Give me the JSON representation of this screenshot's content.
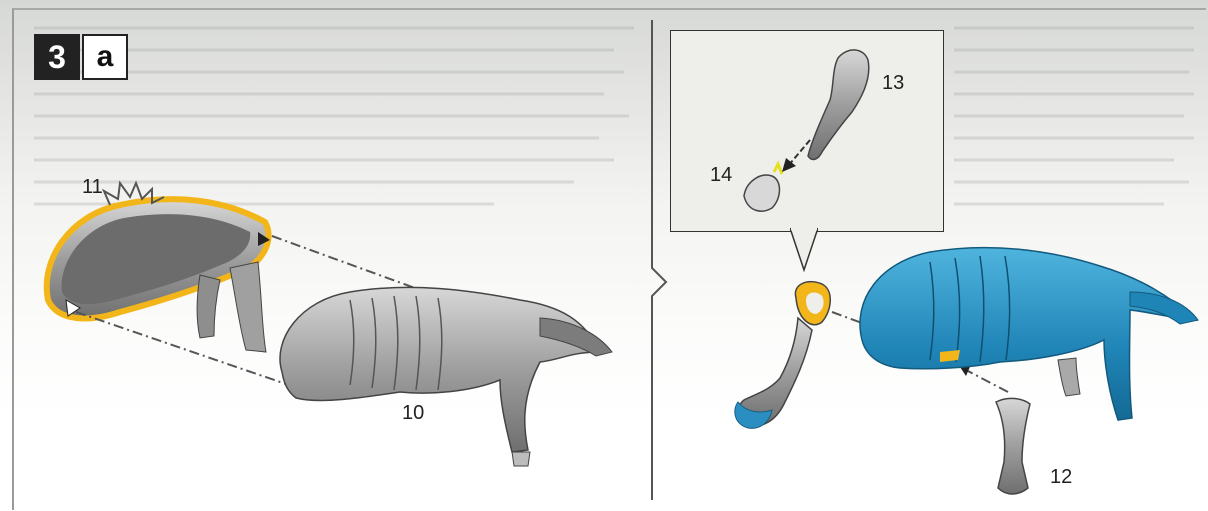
{
  "step": {
    "number": "3",
    "letter": "a"
  },
  "callouts": {
    "part_10": "10",
    "part_11": "11",
    "part_12": "12",
    "part_13": "13",
    "part_14": "14"
  },
  "colors": {
    "highlight_yellow": "#f2b61a",
    "assembled_blue": "#2a8fc0",
    "part_gray": "#9b9b9b",
    "badge_dark": "#222222"
  }
}
